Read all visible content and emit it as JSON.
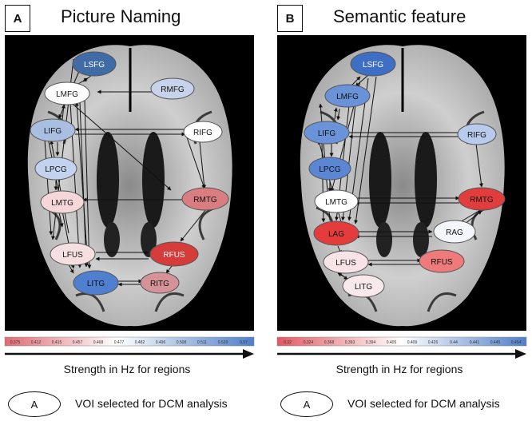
{
  "panels": [
    {
      "letter": "A",
      "title": "Picture Naming",
      "regions": [
        {
          "label": "LSFG",
          "color": "#3f6ba6",
          "text_color": "#ffffff"
        },
        {
          "label": "LMFG",
          "color": "#ffffff",
          "text_color": "#111111"
        },
        {
          "label": "RMFG",
          "color": "#c6d3ea",
          "text_color": "#111111"
        },
        {
          "label": "LIFG",
          "color": "#a9bfe2",
          "text_color": "#111111"
        },
        {
          "label": "RIFG",
          "color": "#ffffff",
          "text_color": "#111111"
        },
        {
          "label": "LPCG",
          "color": "#c3d2ee",
          "text_color": "#111111"
        },
        {
          "label": "LMTG",
          "color": "#f5d7d9",
          "text_color": "#111111"
        },
        {
          "label": "RMTG",
          "color": "#da7d81",
          "text_color": "#111111"
        },
        {
          "label": "LFUS",
          "color": "#f6dfe1",
          "text_color": "#111111"
        },
        {
          "label": "RFUS",
          "color": "#d53c3a",
          "text_color": "#ffffff"
        },
        {
          "label": "LITG",
          "color": "#4f80cf",
          "text_color": "#111111"
        },
        {
          "label": "RITG",
          "color": "#d59298",
          "text_color": "#111111"
        }
      ],
      "scale_values": [
        "0.375",
        "0.412",
        "0.415",
        "0.457",
        "0.468",
        "0.477",
        "0.482",
        "0.496",
        "0.508",
        "0.511",
        "0.539",
        "0.57"
      ],
      "strength_label": "Strength in Hz for regions",
      "legend_symbol": "A",
      "legend_text": "VOI selected for DCM analysis"
    },
    {
      "letter": "B",
      "title": "Semantic feature",
      "regions": [
        {
          "label": "LSFG",
          "color": "#3e6fc4",
          "text_color": "#ffffff"
        },
        {
          "label": "LMFG",
          "color": "#6a92d9",
          "text_color": "#111111"
        },
        {
          "label": "LIFG",
          "color": "#6b93da",
          "text_color": "#111111"
        },
        {
          "label": "RIFG",
          "color": "#b8cbec",
          "text_color": "#111111"
        },
        {
          "label": "LPCG",
          "color": "#5a86d4",
          "text_color": "#111111"
        },
        {
          "label": "LMTG",
          "color": "#ffffff",
          "text_color": "#111111"
        },
        {
          "label": "RMTG",
          "color": "#e23d3d",
          "text_color": "#111111"
        },
        {
          "label": "LAG",
          "color": "#e43c3c",
          "text_color": "#111111"
        },
        {
          "label": "RAG",
          "color": "#f4f6fb",
          "text_color": "#111111"
        },
        {
          "label": "LFUS",
          "color": "#f8e4e6",
          "text_color": "#111111"
        },
        {
          "label": "RFUS",
          "color": "#ef7a7b",
          "text_color": "#111111"
        },
        {
          "label": "LITG",
          "color": "#fae9ea",
          "text_color": "#111111"
        }
      ],
      "scale_values": [
        "0.32",
        "0.324",
        "0.368",
        "0.393",
        "0.394",
        "0.405",
        "0.409",
        "0.426",
        "0.44",
        "0.441",
        "0.445",
        "0.454"
      ],
      "strength_label": "Strength in Hz for regions",
      "legend_symbol": "A",
      "legend_text": "VOI selected for DCM analysis"
    }
  ]
}
